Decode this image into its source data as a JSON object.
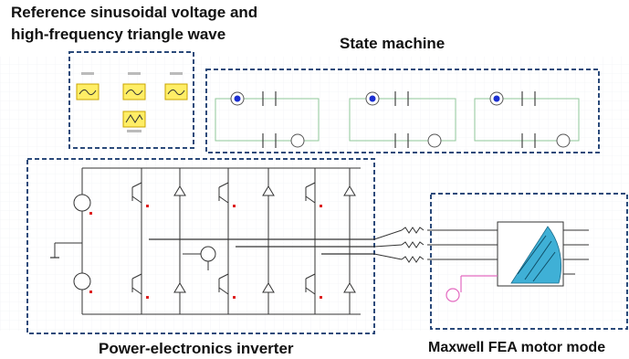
{
  "titles": {
    "reference_line1": "Reference sinusoidal voltage and",
    "reference_line2": "high-frequency triangle wave",
    "state_machine": "State machine",
    "inverter": "Power-electronics inverter",
    "motor": "Maxwell FEA motor mode"
  },
  "colors": {
    "dashed_box": "#2b4a7a",
    "source_block_fill": "#ffee66",
    "source_block_border": "#c9a400",
    "state_wire": "#8fc79a",
    "state_node": "#1b2fd1",
    "motor_fill": "#3fb0d6",
    "motor_pink": "#e36ac0",
    "wire": "#333333"
  },
  "state_machine": {
    "count": 3
  },
  "inverter": {
    "legs": 3
  }
}
